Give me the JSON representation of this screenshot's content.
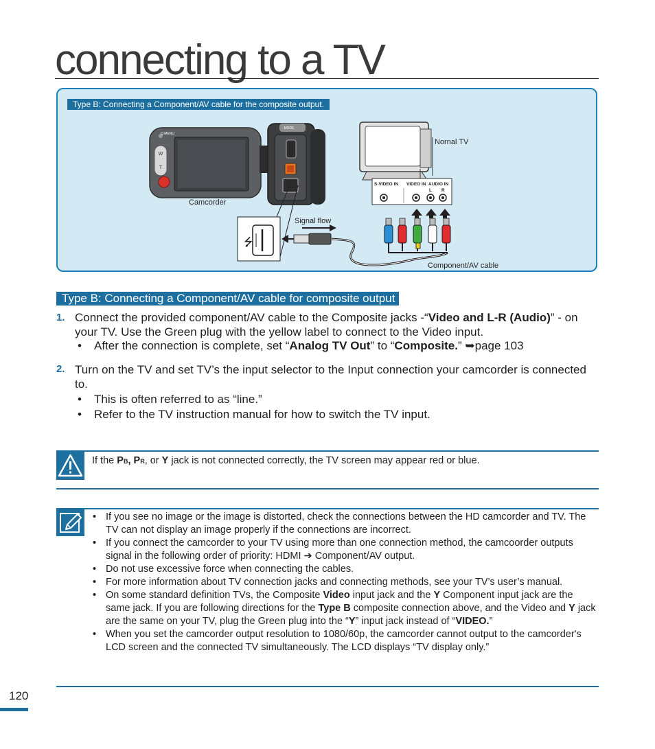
{
  "title": "connecting to a TV",
  "figure": {
    "caption": "Type B: Connecting a Component/AV cable for the composite output.",
    "labels": {
      "camcorder": "Camcorder",
      "tv": "Nornal TV",
      "signal_flow": "Signal flow",
      "cable": "Component/AV cable",
      "svideo_in": "S-VIDEO IN",
      "video_in": "VIDEO IN",
      "audio_in": "AUDIO IN",
      "audio_l": "L",
      "audio_r": "R",
      "mode": "MODE",
      "qmenu": "Q.MENU",
      "zoom_w": "W",
      "zoom_t": "T"
    }
  },
  "section_heading": "Type B: Connecting a Component/AV cable for composite output",
  "steps": [
    {
      "num": "1.",
      "pre": "Connect the provided component/AV cable to the Composite jacks -“",
      "bold": "Video and L-R (Audio)",
      "post": "” - on your TV. Use the Green plug with the yellow label to connect to the Video input.",
      "bullets": [
        {
          "pre": "After the connection is complete, set “",
          "bold1": "Analog TV Out",
          "mid": "” to “",
          "bold2": "Composite.",
          "post": "” ",
          "ref": "➥page 103"
        }
      ]
    },
    {
      "num": "2.",
      "text": "Turn on the TV and set TV’s the input selector to the Input connection your camcorder is connected to.",
      "bullets": [
        "This is often referred to as “line.”",
        "Refer to the TV instruction manual for how to switch the TV input."
      ]
    }
  ],
  "warning": {
    "pre": "If the ",
    "pb": "P",
    "pb_sub": "B",
    "comma1": ", ",
    "pr": "P",
    "pr_sub": "R",
    "or": ", or ",
    "y": "Y",
    "post": " jack is not connected correctly, the TV screen may appear red or blue."
  },
  "notes": {
    "n1": "If you see no image or the image is distorted, check the connections between the HD camcorder and TV. The TV can not display an image properly if the connections are incorrect.",
    "n2_pre": "If you connect the camcorder to your TV using more than one connection method, the camcoorder outputs signal in the following order of priority: HDMI ",
    "n2_arrow": "➔",
    "n2_post": " Component/AV output.",
    "n3": "Do not use excessive force when connecting the cables.",
    "n4": "For more information about TV connection jacks and connecting methods, see your TV’s user’s manual.",
    "n5_a": "On some standard definition TVs, the Composite ",
    "n5_b": "Video",
    "n5_c": " input jack and the ",
    "n5_d": "Y",
    "n5_e": " Component input jack are the same jack. If you are following directions for the ",
    "n5_f": "Type B",
    "n5_g": " composite connection above, and the Video and ",
    "n5_h": "Y",
    "n5_i": " jack are the same on your TV, plug the Green plug into the “",
    "n5_j": "Y",
    "n5_k": "” input jack instead of “",
    "n5_l": "VIDEO.",
    "n5_m": "”",
    "n6": "When you set the camcorder output resolution to 1080/60p, the camcorder cannot output to the camcorder's LCD screen and the connected TV simultaneously. The LCD displays “TV display only.”"
  },
  "page_number": "120",
  "colors": {
    "accent": "#1d6f9f",
    "figure_bg": "#d3e9f4",
    "figure_border": "#1f7fb8"
  }
}
